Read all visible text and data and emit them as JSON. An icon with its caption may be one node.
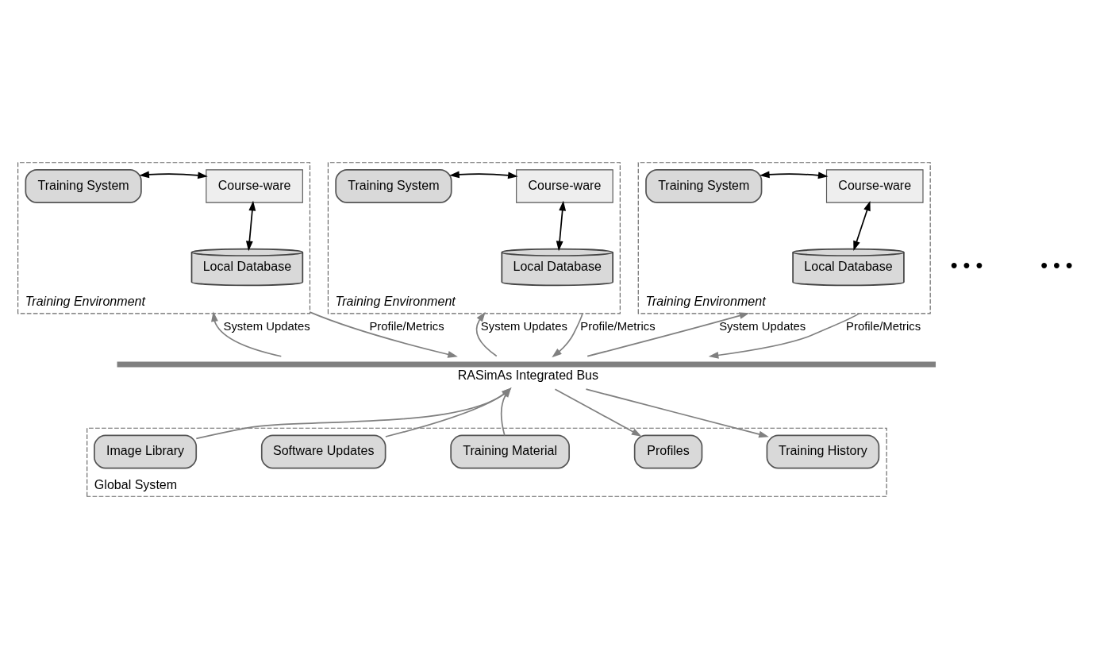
{
  "diagram": {
    "nodes": [
      {
        "text": [
          "Training Environment"
        ]
      },
      {
        "text": [
          "Training System"
        ],
        "in": 0
      },
      {
        "text": [
          "Course-ware"
        ],
        "in": 0
      },
      {
        "text": [
          "Local Database"
        ],
        "in": 0
      },
      {
        "text": [
          "Training Environment"
        ]
      },
      {
        "text": [
          "Training System"
        ],
        "in": 4
      },
      {
        "text": [
          "Course-ware"
        ],
        "in": 4
      },
      {
        "text": [
          "Local Database"
        ],
        "in": 4
      },
      {
        "text": [
          "Training Environment"
        ]
      },
      {
        "text": [
          "Training System"
        ],
        "in": 8
      },
      {
        "text": [
          "Course-ware"
        ],
        "in": 8
      },
      {
        "text": [
          "Local Database"
        ],
        "in": 8
      },
      {
        "text": [
          "RASimAs Integrated Bus"
        ]
      },
      {
        "text": [
          "Global System"
        ]
      },
      {
        "text": [
          "Image Library"
        ],
        "in": 13
      },
      {
        "text": [
          "Software Updates"
        ],
        "in": 13
      },
      {
        "text": [
          "Training Material"
        ],
        "in": 13
      },
      {
        "text": [
          "Profiles"
        ],
        "in": 13
      },
      {
        "text": [
          "Training History"
        ],
        "in": 13
      }
    ],
    "edges": [
      {
        "from": 1,
        "to": 2,
        "arrow": "both",
        "color": "#000000"
      },
      {
        "from": 2,
        "to": 3,
        "arrow": "both",
        "color": "#000000"
      },
      {
        "from": 5,
        "to": 6,
        "arrow": "both",
        "color": "#000000"
      },
      {
        "from": 6,
        "to": 7,
        "arrow": "both",
        "color": "#000000"
      },
      {
        "from": 9,
        "to": 10,
        "arrow": "both",
        "color": "#000000"
      },
      {
        "from": 10,
        "to": 11,
        "arrow": "both",
        "color": "#000000"
      },
      {
        "from": 12,
        "to": 0,
        "arrow": "to",
        "label": "System Updates",
        "color": "#808080"
      },
      {
        "from": 0,
        "to": 12,
        "arrow": "to",
        "label": "Profile/Metrics",
        "color": "#808080"
      },
      {
        "from": 12,
        "to": 4,
        "arrow": "to",
        "label": "System Updates",
        "color": "#808080"
      },
      {
        "from": 4,
        "to": 12,
        "arrow": "to",
        "label": "Profile/Metrics",
        "color": "#808080"
      },
      {
        "from": 12,
        "to": 8,
        "arrow": "to",
        "label": "System Updates",
        "color": "#808080"
      },
      {
        "from": 8,
        "to": 12,
        "arrow": "to",
        "label": "Profile/Metrics",
        "color": "#808080"
      },
      {
        "from": 14,
        "to": 12,
        "arrow": "to",
        "color": "#808080"
      },
      {
        "from": 15,
        "to": 12,
        "arrow": "to",
        "color": "#808080"
      },
      {
        "from": 16,
        "to": 12,
        "arrow": "to",
        "color": "#808080"
      },
      {
        "from": 12,
        "to": 17,
        "arrow": "to",
        "color": "#808080"
      },
      {
        "from": 12,
        "to": 18,
        "arrow": "to",
        "color": "#808080"
      }
    ],
    "labels": [
      "• • •",
      "• • •"
    ]
  }
}
